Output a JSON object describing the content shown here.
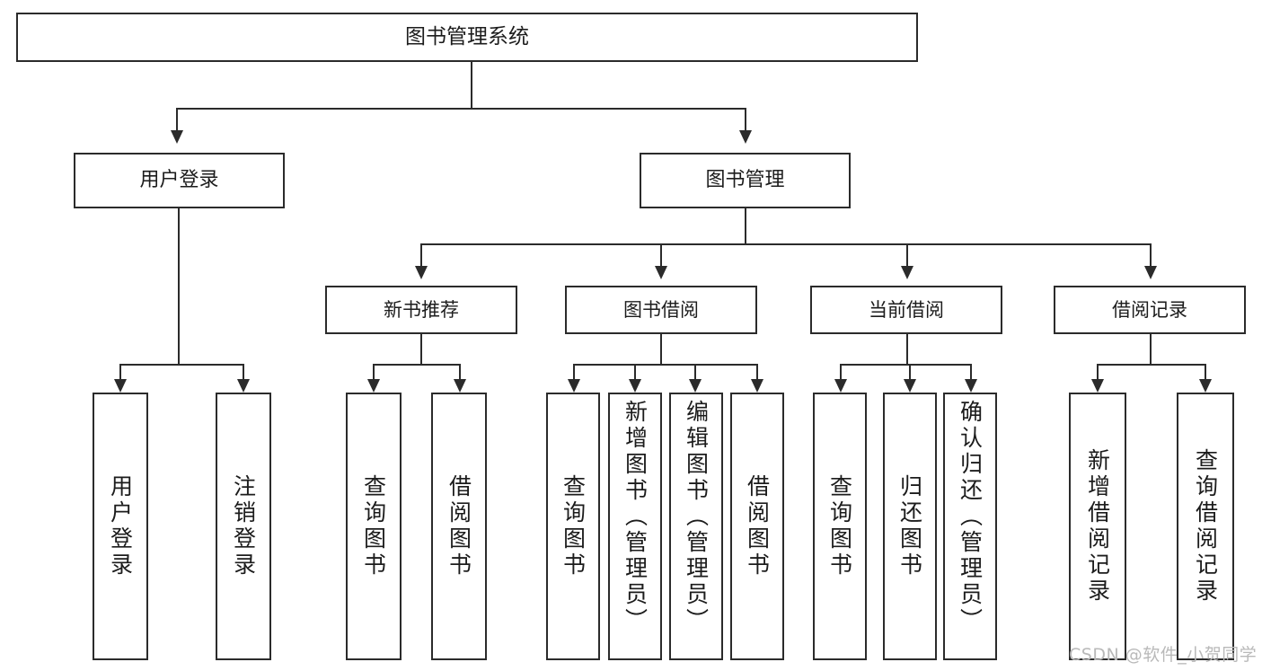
{
  "diagram": {
    "type": "tree-hierarchy-chart",
    "title": "图书管理系统",
    "theme": {
      "stroke": "#2b2b2b",
      "fill": "#ffffff",
      "background": "#ffffff",
      "watermark_color": "#b9b9b9"
    }
  },
  "root": {
    "label": "图书管理系统"
  },
  "tier1": [
    {
      "label": "用户登录"
    },
    {
      "label": "图书管理"
    }
  ],
  "tier2": [
    {
      "label": "新书推荐"
    },
    {
      "label": "图书借阅"
    },
    {
      "label": "当前借阅"
    },
    {
      "label": "借阅记录"
    }
  ],
  "leaves": {
    "user_login": [
      {
        "label": "用户登录"
      },
      {
        "label": "注销登录"
      }
    ],
    "new_book_recommend": [
      {
        "label": "查询图书"
      },
      {
        "label": "借阅图书"
      }
    ],
    "book_borrow": [
      {
        "label": "查询图书"
      },
      {
        "label": "新增图书（管理员）"
      },
      {
        "label": "编辑图书（管理员）"
      },
      {
        "label": "借阅图书"
      }
    ],
    "current_borrow": [
      {
        "label": "查询图书"
      },
      {
        "label": "归还图书"
      },
      {
        "label": "确认归还（管理员）"
      }
    ],
    "borrow_record": [
      {
        "label": "新增借阅记录"
      },
      {
        "label": "查询借阅记录"
      }
    ]
  },
  "watermark": {
    "text": "CSDN @软件_小贺同学"
  }
}
